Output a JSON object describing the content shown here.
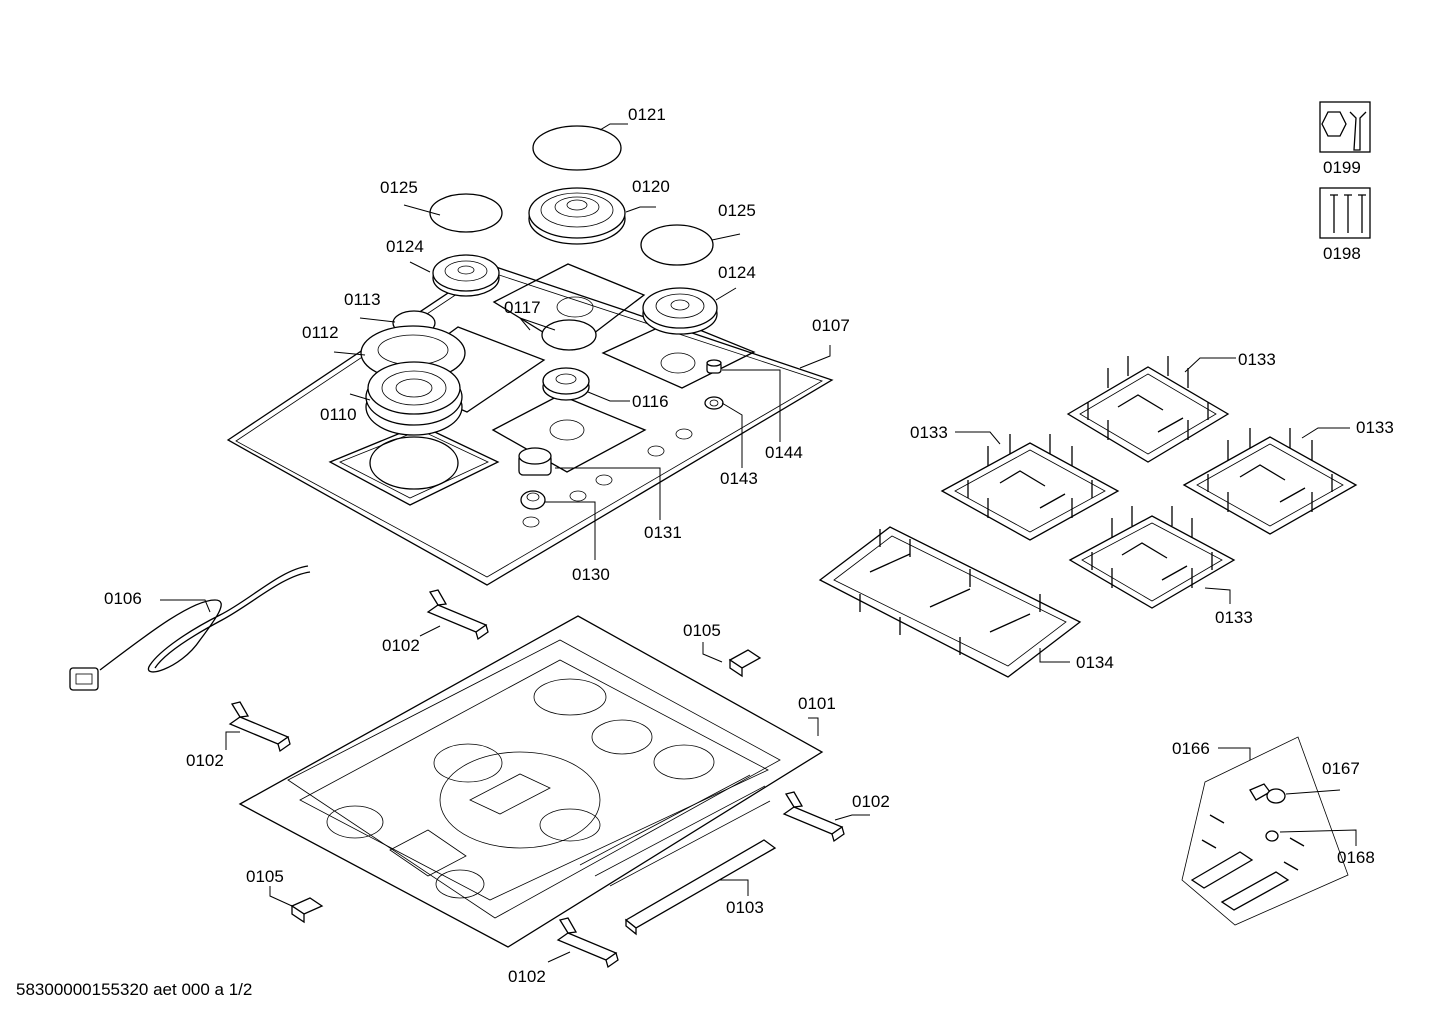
{
  "footer": {
    "document_code": "58300000155320 aet 000 a 1/2"
  },
  "parts": {
    "p0121": "0121",
    "p0120": "0120",
    "p0125a": "0125",
    "p0125b": "0125",
    "p0124a": "0124",
    "p0124b": "0124",
    "p0113": "0113",
    "p0117": "0117",
    "p0112": "0112",
    "p0107": "0107",
    "p0110": "0110",
    "p0116": "0116",
    "p0144": "0144",
    "p0143": "0143",
    "p0131": "0131",
    "p0130": "0130",
    "p0199": "0199",
    "p0198": "0198",
    "p0133a": "0133",
    "p0133b": "0133",
    "p0133c": "0133",
    "p0133d": "0133",
    "p0134": "0134",
    "p0106": "0106",
    "p0102a": "0102",
    "p0102b": "0102",
    "p0102c": "0102",
    "p0102d": "0102",
    "p0105a": "0105",
    "p0105b": "0105",
    "p0101": "0101",
    "p0103": "0103",
    "p0166": "0166",
    "p0167": "0167",
    "p0168": "0168"
  },
  "icons": [
    "wrench-nut-icon",
    "screws-icon"
  ]
}
